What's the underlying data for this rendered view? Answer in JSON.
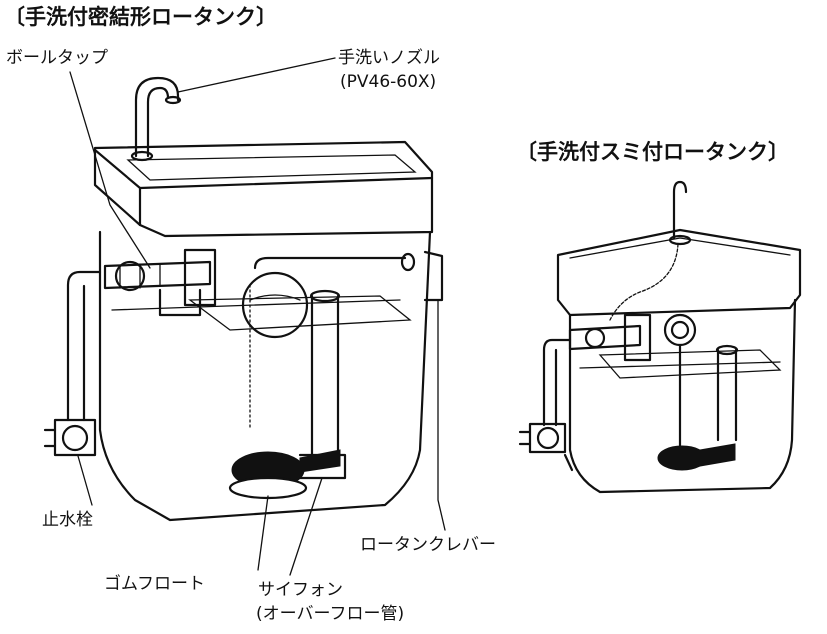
{
  "titles": {
    "main": "〔手洗付密結形ロータンク〕",
    "secondary": "〔手洗付スミ付ロータンク〕"
  },
  "labels": {
    "ball_tap": "ボールタップ",
    "nozzle": "手洗いノズル",
    "nozzle_model": "(PV46-60X)",
    "stop_valve": "止水栓",
    "rubber_float": "ゴムフロート",
    "siphon": "サイフォン",
    "overflow_pipe": "(オーバーフロー管)",
    "lever": "ロータンクレバー"
  },
  "colors": {
    "ink": "#111111",
    "paper": "#ffffff"
  },
  "icons": {
    "main_tank": "close-coupled-toilet-tank-illustration",
    "corner_tank": "corner-toilet-tank-illustration"
  }
}
